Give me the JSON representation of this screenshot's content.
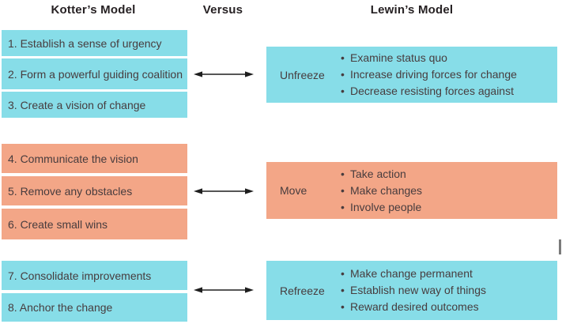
{
  "header": {
    "kotter": "Kotter’s Model",
    "versus": "Versus",
    "lewin": "Lewin’s Model"
  },
  "kotter": {
    "steps": [
      {
        "text": "1. Establish a sense of urgency"
      },
      {
        "text": "2. Form a powerful guiding coalition"
      },
      {
        "text": "3. Create a vision of change"
      },
      {
        "text": "4. Communicate the vision"
      },
      {
        "text": "5. Remove any obstacles"
      },
      {
        "text": "6. Create small wins"
      },
      {
        "text": "7. Consolidate improvements"
      },
      {
        "text": "8. Anchor the change"
      }
    ]
  },
  "lewin": {
    "phases": [
      {
        "label": "Unfreeze",
        "bullets": [
          "Examine status quo",
          "Increase driving forces for change",
          "Decrease resisting forces against"
        ]
      },
      {
        "label": "Move",
        "bullets": [
          "Take action",
          "Make changes",
          "Involve people"
        ]
      },
      {
        "label": "Refreeze",
        "bullets": [
          "Make change permanent",
          "Establish new way of things",
          "Reward desired outcomes"
        ]
      }
    ]
  },
  "ui": {
    "bullet": "•"
  },
  "colors": {
    "cyan": "#87DDE8",
    "salmon": "#F3A687",
    "text": "#473C3E",
    "heading": "#262123",
    "arrow": "#1E1E1E",
    "cursor": "#7A7A7A"
  }
}
